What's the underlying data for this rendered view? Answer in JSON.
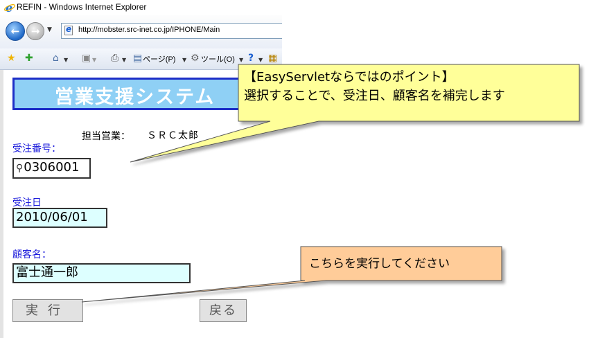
{
  "browser": {
    "window_title": "REFIN - Windows Internet Explorer",
    "url": "http://mobster.src-inet.co.jp/IPHONE/Main",
    "toolbar": {
      "page_label": "ページ(P)",
      "tools_label": "ツール(O)"
    }
  },
  "app": {
    "title": "営業支援システム",
    "sales_rep_label": "担当営業：",
    "sales_rep_name": "ＳＲＣ太郎",
    "order_number": {
      "label": "受注番号：",
      "value": "0306001"
    },
    "order_date": {
      "label": "受注日",
      "value": "2010/06/01"
    },
    "customer_name": {
      "label": "顧客名：",
      "value": "富士通一郎"
    },
    "execute_button": "実行",
    "back_button": "戻る"
  },
  "callouts": {
    "point_title": "【EasyServletならではのポイント】",
    "point_body": "選択することで、受注日、顧客名を補完します",
    "execute_hint": "こちらを実行してください"
  },
  "colors": {
    "banner_bg": "#8fd0f5",
    "banner_border": "#1d2ec7",
    "label_blue": "#1a1adb",
    "callout_yellow": "#ffff99",
    "callout_orange": "#ffcc99"
  }
}
